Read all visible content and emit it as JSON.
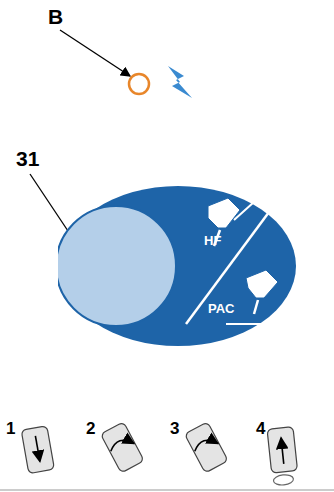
{
  "diagram": {
    "nodes": [
      {
        "text": [
          "HF",
          "PAC"
        ]
      }
    ],
    "labels": [
      "B",
      "31",
      "1",
      "2",
      "3",
      "4"
    ]
  }
}
